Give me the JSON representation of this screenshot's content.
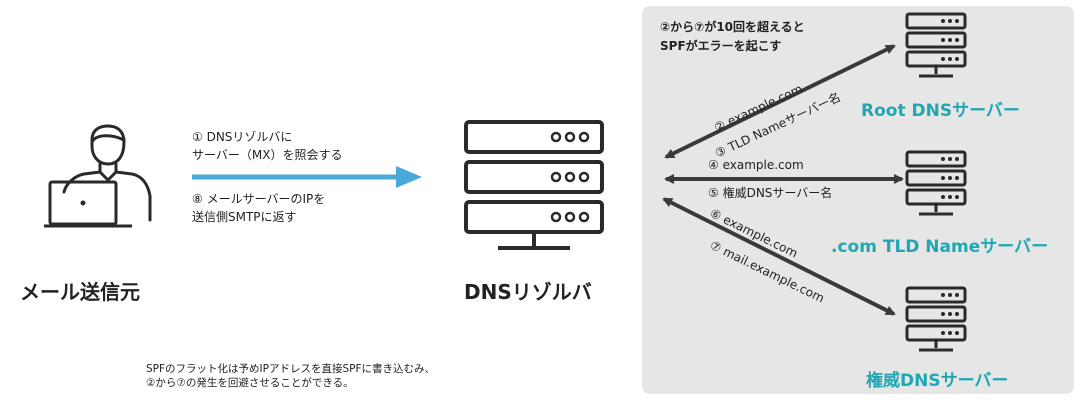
{
  "panel_note": [
    "②から⑦が10回を超えると",
    "SPFがエラーを起こす"
  ],
  "sender": {
    "label": "メール送信元"
  },
  "resolver": {
    "label": "DNSリゾルバ"
  },
  "left_labels": {
    "query": [
      "① DNSリゾルバに",
      "サーバー（MX）を照会する"
    ],
    "reply": [
      "⑧ メールサーバーのIPを",
      "送信側SMTPに返す"
    ]
  },
  "servers": {
    "root": "Root DNSサーバー",
    "tld": ".com TLD Nameサーバー",
    "auth": "権威DNSサーバー"
  },
  "arrow_labels": {
    "step2": "② example.com",
    "step3": "③ TLD Nameサーバー名",
    "step4": "④ example.com",
    "step5": "⑤ 権威DNSサーバー名",
    "step6": "⑥ example.com",
    "step7": "⑦ mail.example.com"
  },
  "footnote": [
    "SPFのフラット化は予めIPアドレスを直接SPFに書き込むみ、",
    "②から⑦の発生を回避させることができる。"
  ],
  "colors": {
    "accent_blue": "#4aa9d9",
    "arrow_dark": "#3a3a3a",
    "teal": "#1fa8b4",
    "panel_bg": "#e6e6e6"
  }
}
